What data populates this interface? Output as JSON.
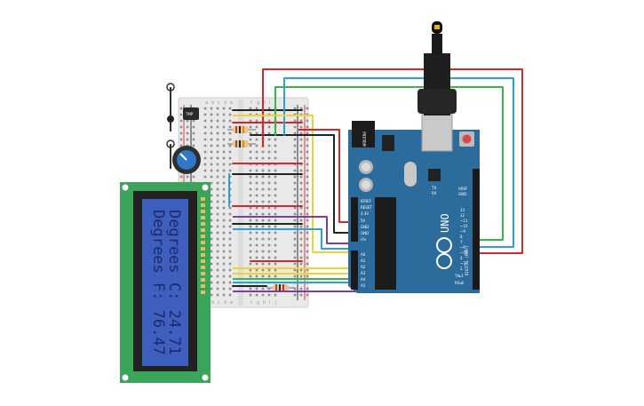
{
  "lcd": {
    "line1": "Degrees C: 24.71",
    "line2": "Degrees F: 76.47"
  },
  "breadboard": {
    "col_labels_top": [
      "a",
      "b",
      "c",
      "d",
      "e",
      "f",
      "g",
      "h",
      "i",
      "j"
    ],
    "col_labels_bottom": [
      "a",
      "b",
      "c",
      "d",
      "e",
      "f",
      "g",
      "h",
      "i",
      "j"
    ]
  },
  "sensor": {
    "label": "TMP"
  },
  "arduino": {
    "logo": "UNO",
    "brand": "ARDUINO",
    "power_labels": [
      "IOREF",
      "RESET",
      "3.3V",
      "5V",
      "GND",
      "GND",
      "Vin"
    ],
    "analog_labels": [
      "A0",
      "A1",
      "A2",
      "A3",
      "A4",
      "A5"
    ],
    "digital_header": "DIGITAL (PWM~)",
    "top_labels": [
      "AREF",
      "GND"
    ],
    "led_labels": [
      "TX",
      "RX"
    ],
    "pin_labels": [
      "13",
      "12",
      "~11",
      "~10",
      "~9",
      "8",
      "7",
      "~6",
      "~5",
      "4",
      "~3",
      "2",
      "TX▸1",
      "RX◂0"
    ]
  },
  "colors": {
    "wire_red": "#d62728",
    "wire_blue": "#29a3d6",
    "wire_green": "#3bb54a",
    "wire_yellow": "#f2d22e",
    "wire_purple": "#7b3fa0",
    "wire_black": "#222222",
    "arduino_body": "#2b6c9c",
    "lcd_board": "#3aa45a",
    "lcd_screen": "#3f5fbf"
  }
}
